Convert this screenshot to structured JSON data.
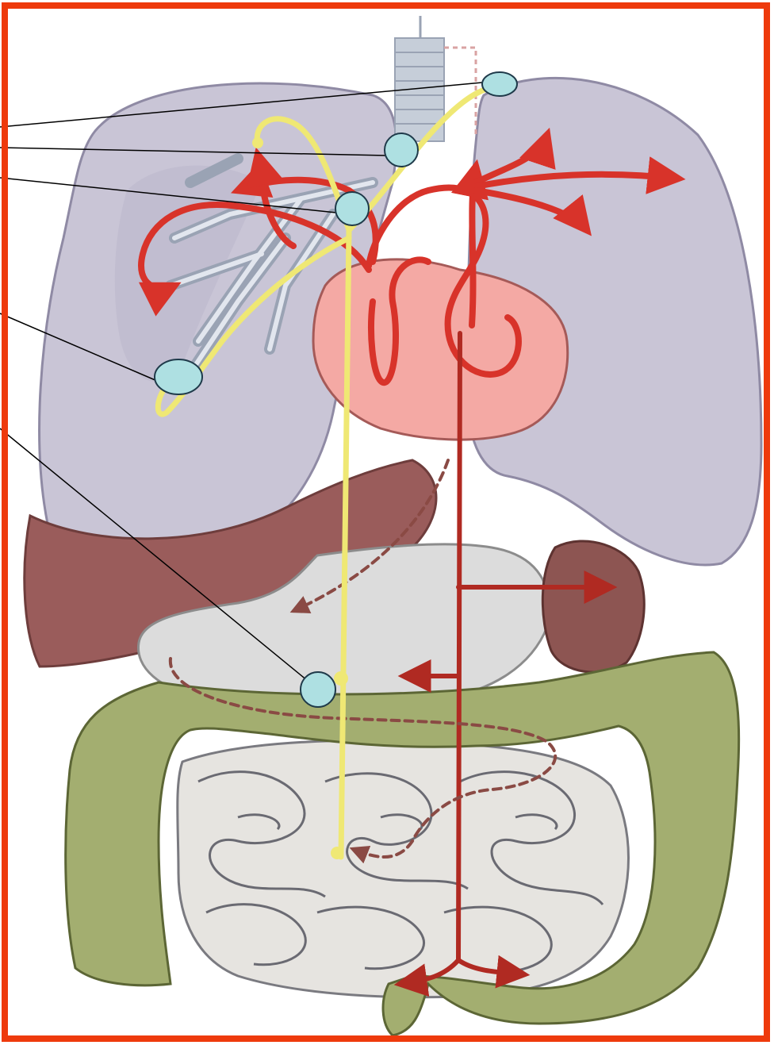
{
  "diagram": {
    "colors": {
      "frame": "#ee3a0c",
      "lung": "#c9c5d6",
      "lung_shade": "#b9b4ca",
      "heart": "#f4a9a4",
      "liver": "#9a5c5b",
      "spleen": "#8d5552",
      "stomach": "#dcdcdc",
      "colon": "#a3ae70",
      "small_intestine": "#e6e4e0",
      "artery_red": "#d8332a",
      "dark_red": "#b02a22",
      "nerve_yellow": "#efe874",
      "trachea": "#c6ced9",
      "marker_fill": "#aee0e2",
      "marker_stroke": "#1f3a4a",
      "leader_line": "#000000"
    },
    "markers": [
      {
        "id": "marker-1",
        "target": "upper-right-nerve-branch"
      },
      {
        "id": "marker-2",
        "target": "trachea-branch"
      },
      {
        "id": "marker-3",
        "target": "vagus-nerve-junction"
      },
      {
        "id": "marker-4",
        "target": "lung-nerve-loop"
      },
      {
        "id": "marker-5",
        "target": "abdominal-nerve-node"
      }
    ]
  }
}
